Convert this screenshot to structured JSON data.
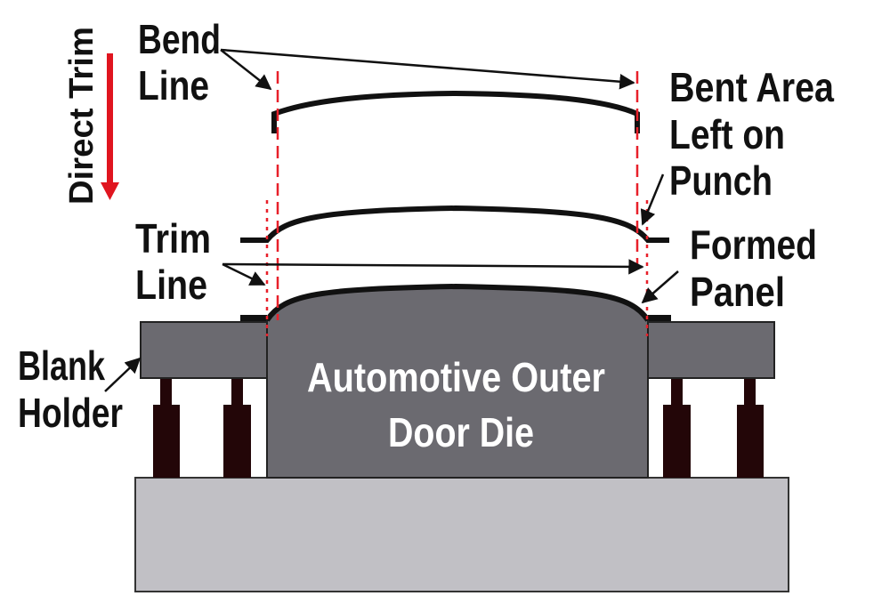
{
  "labels": {
    "direct_trim": "Direct Trim",
    "bend_line": [
      "Bend",
      "Line"
    ],
    "bent_area": [
      "Bent Area",
      "Left on",
      "Punch"
    ],
    "trim_line": [
      "Trim",
      "Line"
    ],
    "formed_panel": [
      "Formed",
      "Panel"
    ],
    "blank_holder": [
      "Blank",
      "Holder"
    ],
    "die": [
      "Automotive Outer",
      "Door Die"
    ]
  },
  "colors": {
    "die": "#6b6a70",
    "base": "#c1c0c5",
    "pins": "#230608",
    "guide_lines": "#e8202a",
    "direction_arrow": "#e0151f"
  }
}
